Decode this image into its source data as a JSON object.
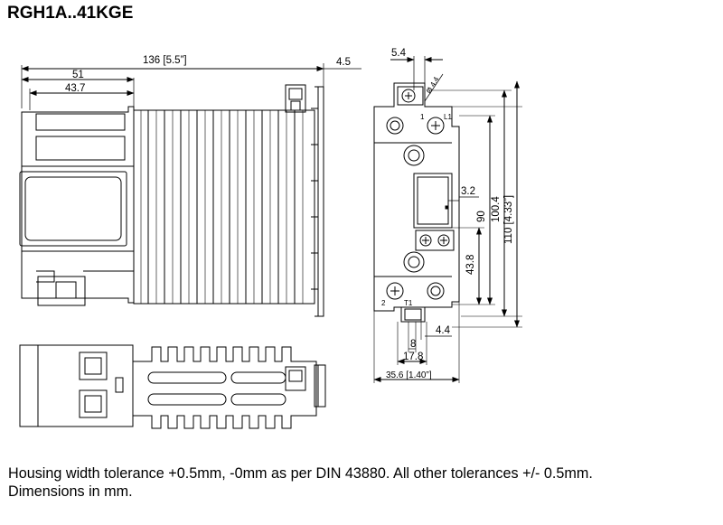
{
  "title": "RGH1A..41KGE",
  "dimensions": {
    "overall_length": "136 [5.5”]",
    "rail_offset": "4.5",
    "module_width": "51",
    "module_inner": "43.7",
    "screw_offset": "5.4",
    "hole_dia": "Ø 4.4",
    "led_offset": "3.2",
    "h_90": "90",
    "h_100_4": "100.4",
    "h_110": "110 [4.33”]",
    "h_43_8": "43.8",
    "term_4_4": "4.4",
    "term_8": "8",
    "term_17_8": "17.8",
    "width_35_6": "35.6 [1.40”]"
  },
  "terminal_labels": {
    "t1": "1",
    "l1": "L1",
    "t2": "2",
    "tt1": "T1"
  },
  "footer": {
    "line1": "Housing width tolerance +0.5mm, -0mm as per DIN 43880. All other tolerances +/- 0.5mm.",
    "line2": "Dimensions in mm."
  }
}
